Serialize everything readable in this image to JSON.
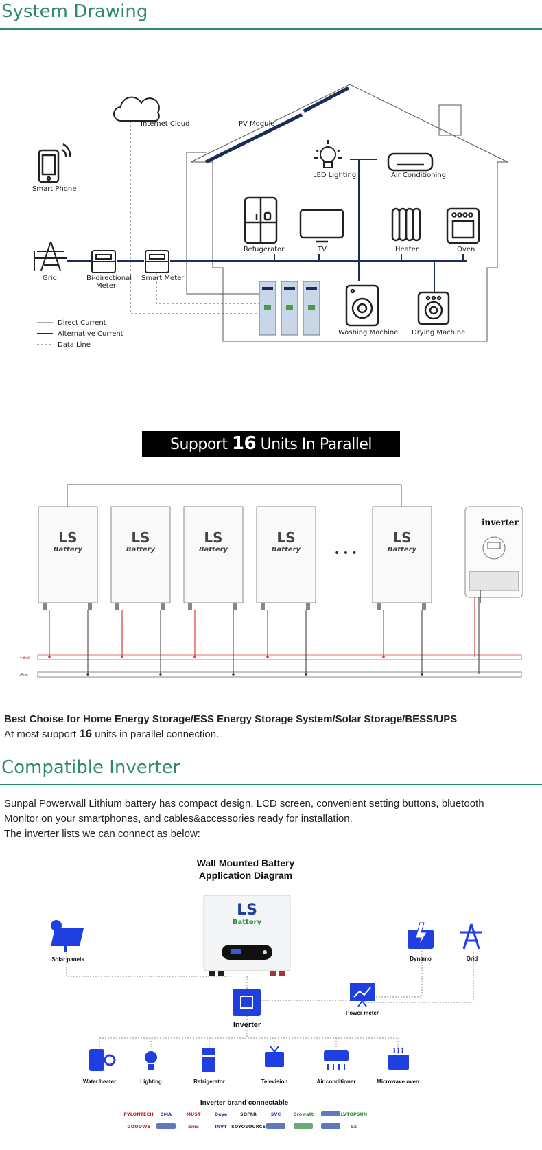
{
  "section1": {
    "title": "System Drawing"
  },
  "system_drawing": {
    "labels": {
      "internet_cloud": "Internet Cloud",
      "pv_module": "PV Module",
      "smart_phone": "Smart Phone",
      "led_lighting": "LED Lighting",
      "air_conditioning": "Air Conditioning",
      "refrigerator": "Refugerator",
      "tv": "TV",
      "heater": "Heater",
      "oven": "Oven",
      "grid": "Grid",
      "bidirectional_meter_1": "Bi-directional",
      "bidirectional_meter_2": "Meter",
      "smart_meter": "Smart Meter",
      "washing_machine": "Washing Machine",
      "drying_machine": "Drying Machine"
    },
    "legend": {
      "direct_current": "Direct Current",
      "alternative_current": "Alternative Current",
      "data_line": "Data Line"
    }
  },
  "parallel": {
    "banner_prefix": "Support ",
    "banner_number": "16",
    "banner_suffix": " Units In Parallel",
    "battery_brand": "LS",
    "battery_sub": "Battery",
    "ellipsis": "• • •",
    "inverter_label": "inverter",
    "bus_pos": "+Bus",
    "bus_neg": "-Bus"
  },
  "best_choice": {
    "headline": "Best Choise for Home Energy Storage/ESS Energy Storage System/Solar Storage/BESS/UPS",
    "line2_prefix": "At most support ",
    "line2_number": "16",
    "line2_suffix": " units in parallel connection."
  },
  "section2": {
    "title": "Compatible Inverter"
  },
  "compatible": {
    "para1": "Sunpal Powerwall Lithium battery has compact design, LCD screen, convenient setting buttons, bluetooth",
    "para2": "Monitor on your smartphones, and cables&accessories ready for installation.",
    "para3": "The inverter lists we can connect as below:"
  },
  "application_diagram": {
    "title_line1": "Wall Mounted Battery",
    "title_line2": "Application Diagram",
    "battery_brand": "LS",
    "battery_sub": "Battery",
    "solar_panels": "Solar panels",
    "dynamo": "Dynamo",
    "grid": "Grid",
    "inverter": "Inverter",
    "power_meter": "Power meter",
    "loads": [
      "Water heater",
      "Lighting",
      "Refrigerator",
      "Television",
      "Air conditioner",
      "Microwave oven"
    ],
    "brands_title": "Inverter brand connectable",
    "brands_row1": [
      "PYLONTECH",
      "SMA",
      "MUST",
      "Deye",
      "SOFAR",
      "SVC",
      "Growatt",
      "",
      "LVTOPSUN"
    ],
    "brands_row2": [
      "GOODWE",
      "",
      "Sine",
      "INVT",
      "SOYOSOURCE",
      "",
      "",
      "",
      "LS"
    ]
  },
  "colors": {
    "accent": "#2e8b68",
    "blue": "#1a3a9a",
    "bright_blue": "#1f3fe0",
    "red": "#d93a3a"
  }
}
